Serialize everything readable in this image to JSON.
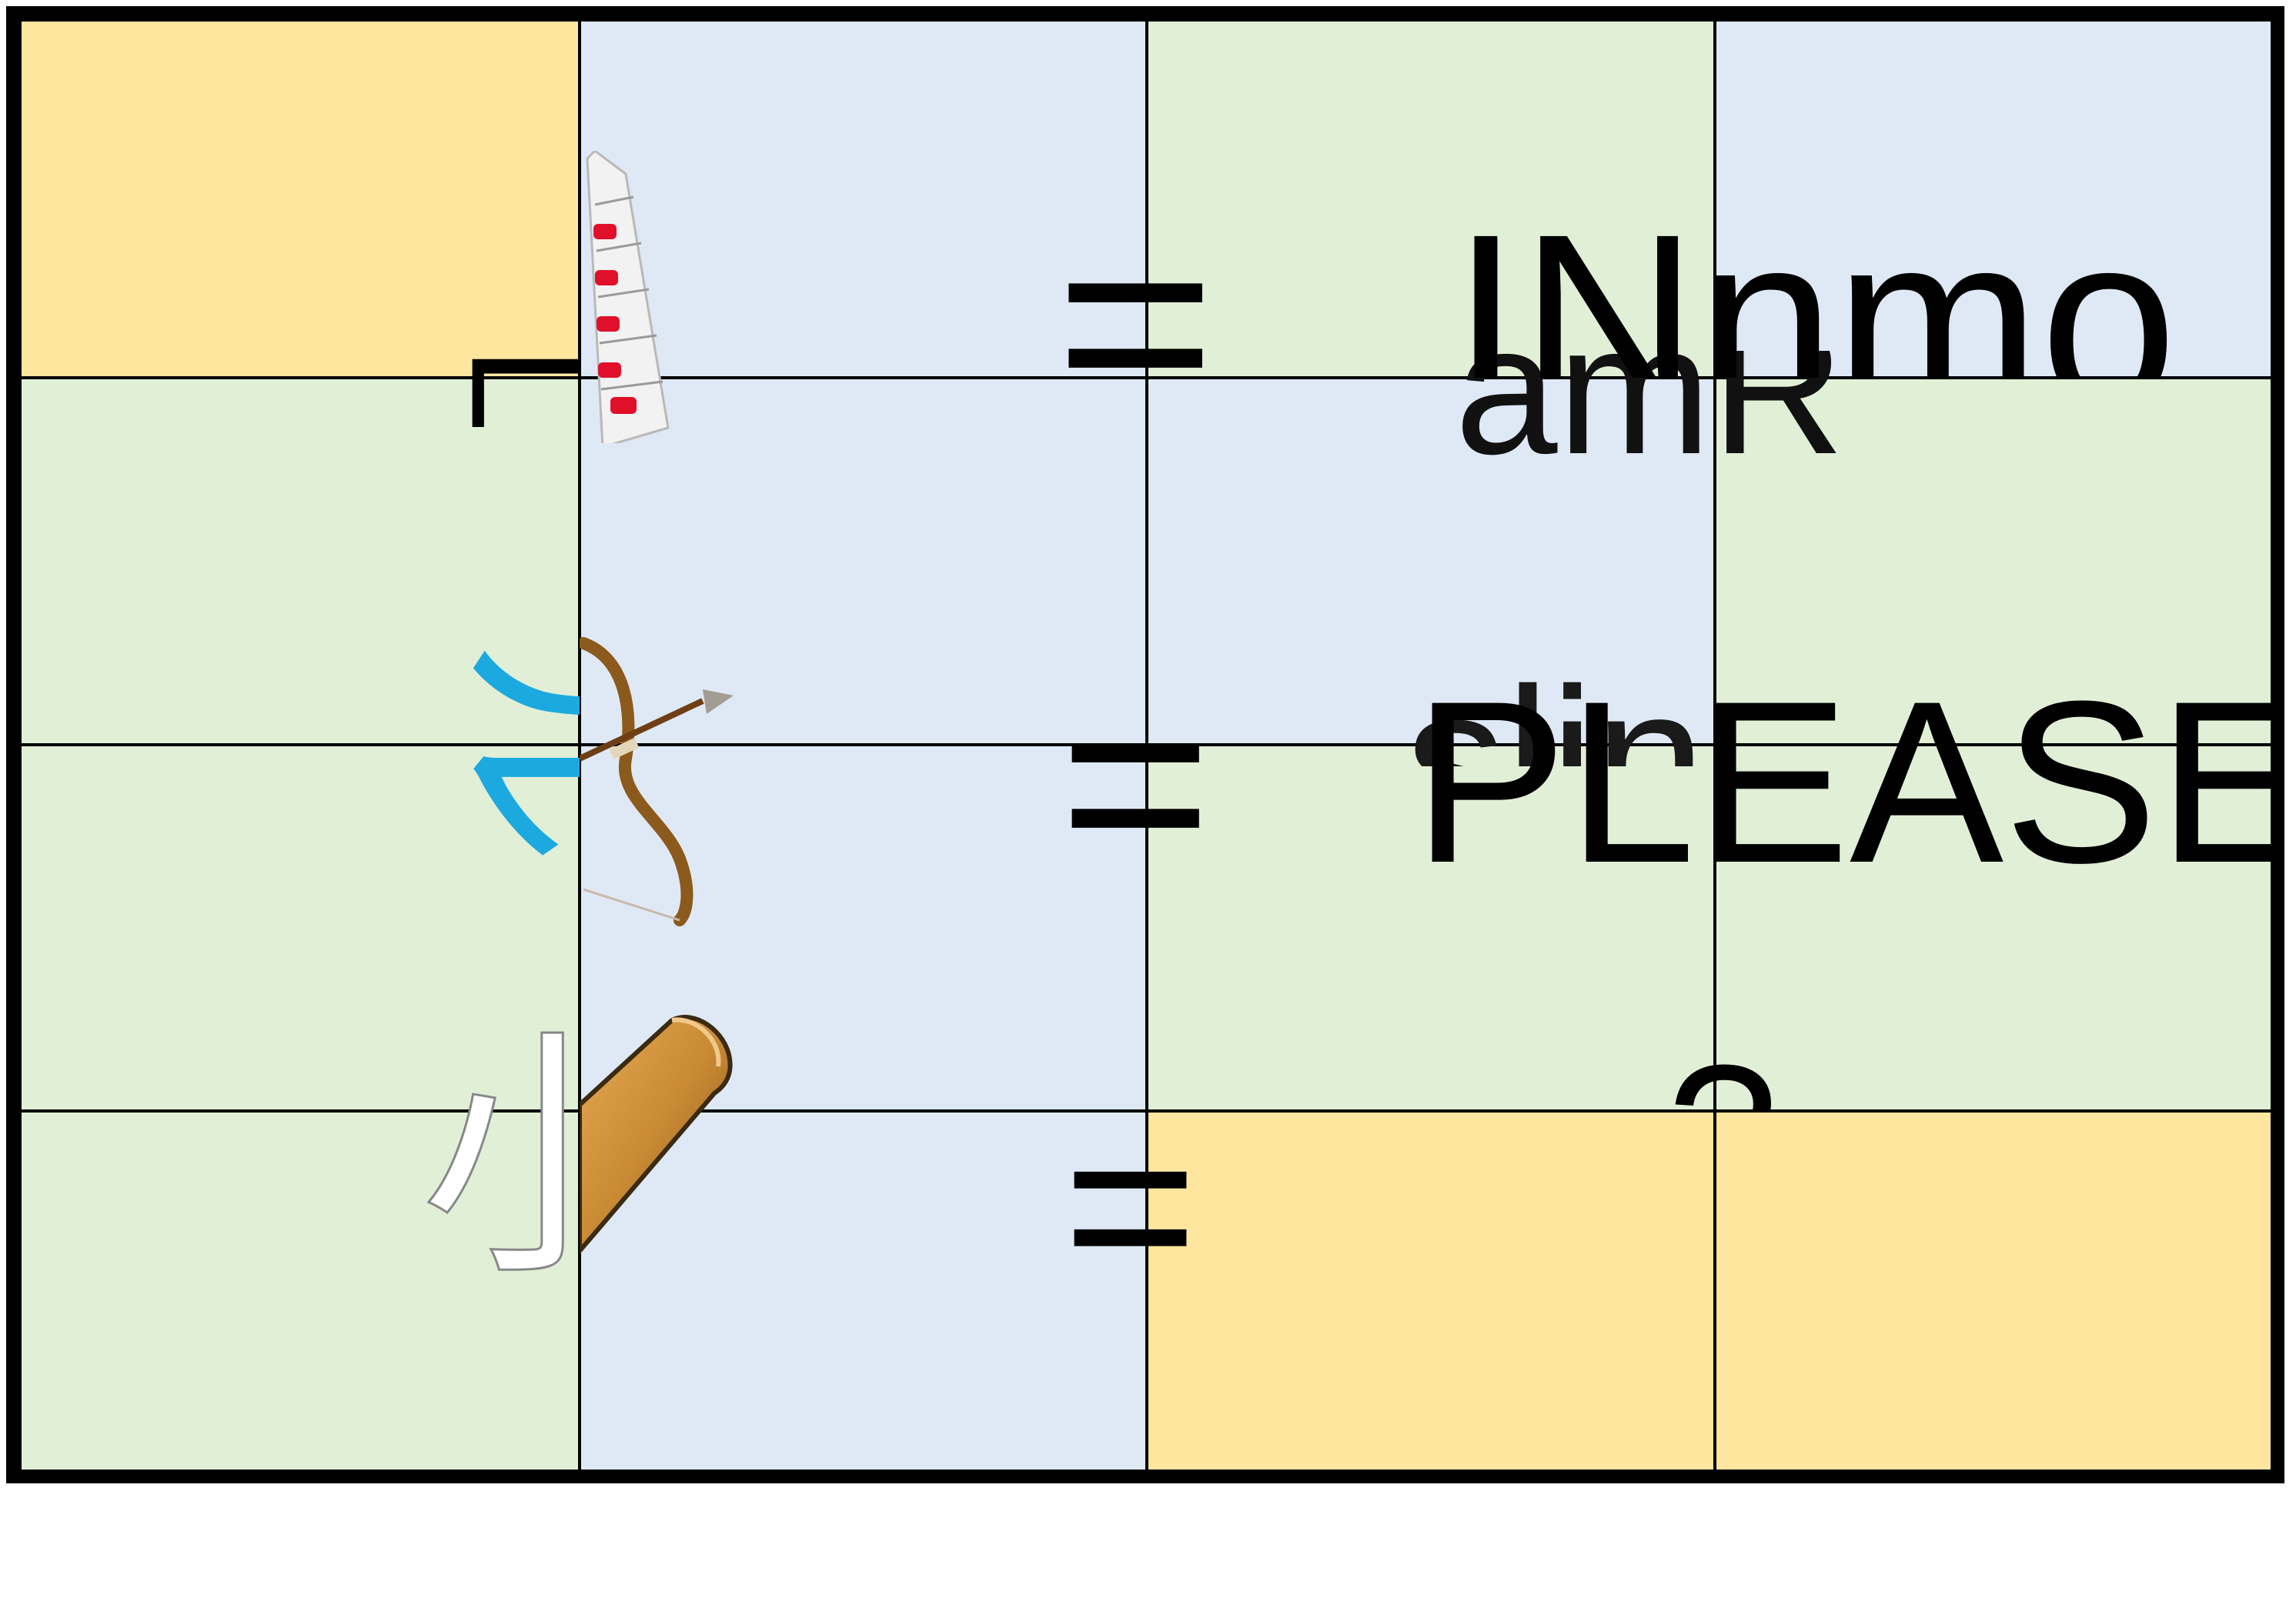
{
  "colors": {
    "yellow": "#fee69f",
    "green": "#e1efd7",
    "blue": "#dfe9f5",
    "border": "#000000",
    "text": "#000000",
    "cyan_glyph": "#1ca9e0",
    "white_glyph": "#ffffff"
  },
  "grid": {
    "cells": [
      {
        "id": "r0c0",
        "color": "yellow"
      },
      {
        "id": "r0c1",
        "color": "blue"
      },
      {
        "id": "r0c2",
        "color": "green"
      },
      {
        "id": "r0c3",
        "color": "blue"
      },
      {
        "id": "r1c0",
        "color": "green"
      },
      {
        "id": "r1c1",
        "color": "blue"
      },
      {
        "id": "r1c2",
        "color": "blue"
      },
      {
        "id": "r1c3",
        "color": "green"
      },
      {
        "id": "r2c0",
        "color": "green"
      },
      {
        "id": "r2c1",
        "color": "blue"
      },
      {
        "id": "r2c2",
        "color": "green"
      },
      {
        "id": "r2c3",
        "color": "green"
      },
      {
        "id": "r3c0",
        "color": "green"
      },
      {
        "id": "r3c1",
        "color": "blue"
      },
      {
        "id": "r3c2",
        "color": "yellow"
      },
      {
        "id": "r3c3",
        "color": "yellow"
      }
    ]
  },
  "texts": {
    "row1_equals": "=",
    "row1_back_word": "amR",
    "row1_front_word": "INnmo",
    "row1_glyph": "L",
    "row2_equals": "=",
    "row2_back_word": "sling",
    "row2_front_word": "PLEASE",
    "row2_glyph": "ル",
    "row3_equals": "=",
    "row3_partial": "?",
    "row3_glyph": "小"
  },
  "icons": {
    "row1_picture": "ruler-icon",
    "row2_picture": "bow-and-arrow-icon",
    "row3_picture": "wooden-stick-icon"
  }
}
